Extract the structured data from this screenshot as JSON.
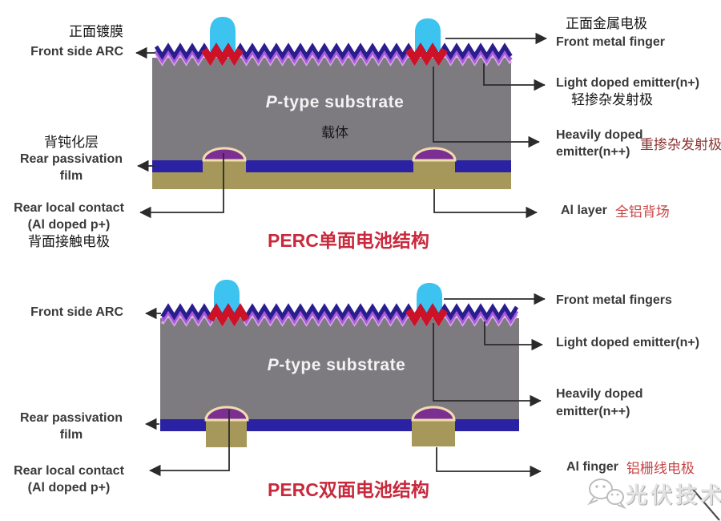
{
  "single_cell": {
    "front_coating_zh": "正面镀膜",
    "front_arc": "Front side ARC",
    "front_electrode_zh": "正面金属电极",
    "front_metal_finger": "Front metal finger",
    "light_doped_emitter": "Light doped emitter(n+)",
    "light_doped_zh": "轻掺杂发射极",
    "heavily_doped_line1": "Heavily doped",
    "heavily_doped_line2": "emitter(n++)",
    "heavily_doped_zh": "重掺杂发射极",
    "rear_passivation_zh": "背钝化层",
    "rear_passivation_line1": "Rear passivation",
    "rear_passivation_line2": "film",
    "rear_local_contact_line1": "Rear local contact",
    "rear_local_contact_line2": "(Al doped p+)",
    "rear_local_contact_zh": "背面接触电极",
    "al_layer": "Al layer",
    "al_layer_zh": "全铝背场",
    "substrate_p": "P",
    "substrate_rest": "-type substrate",
    "substrate_zh": "载体",
    "title": "PERC单面电池结构"
  },
  "bifacial_cell": {
    "front_arc": "Front side ARC",
    "front_metal_fingers": "Front metal fingers",
    "light_doped_emitter": "Light doped emitter(n+)",
    "heavily_doped_line1": "Heavily doped",
    "heavily_doped_line2": "emitter(n++)",
    "rear_passivation_line1": "Rear passivation",
    "rear_passivation_line2": "film",
    "rear_local_contact_line1": "Rear local contact",
    "rear_local_contact_line2": "(Al doped p+)",
    "al_finger": "Al finger",
    "al_finger_zh": "铝栅线电极",
    "substrate_p": "P",
    "substrate_rest": "-type substrate",
    "title": "PERC双面电池结构"
  },
  "watermark": {
    "brand": "光伏技术",
    "icon": "wechat-logo"
  },
  "colors": {
    "substrate_gray": "#7e7b80",
    "arc_navy": "#2a1e8e",
    "arc_violet": "#a55ad8",
    "arc_pink_fringe": "#d9a2e8",
    "heavy_emitter_red": "#cd1228",
    "busbar_cyan": "#3cc3ef",
    "passivation_blue": "#2b22a3",
    "aluminum_tan": "#a5985a",
    "contact_purple": "#7c2f92",
    "contact_rim_cream": "#f1dcae",
    "title_red": "#c8293c",
    "label_red": "#c84444",
    "label_dark_red": "#8d3434"
  }
}
